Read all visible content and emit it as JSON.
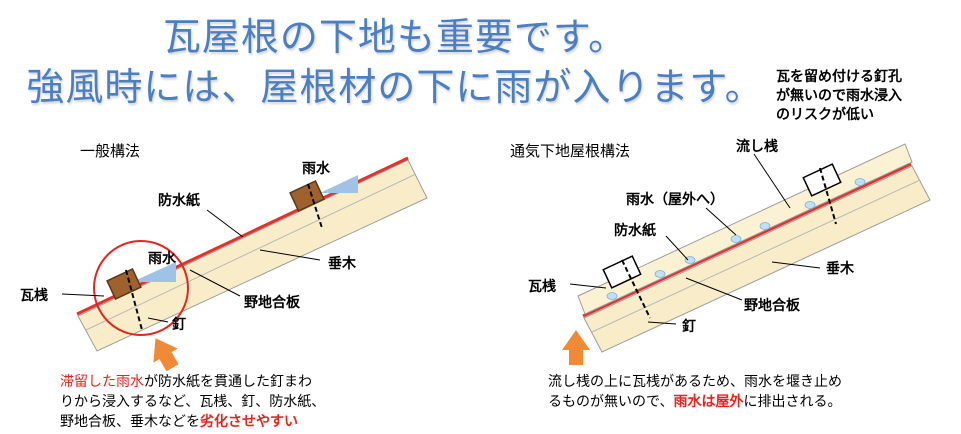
{
  "title": {
    "line1": "瓦屋根の下地も重要です。",
    "line2": "強風時には、屋根材の下に雨が入ります。"
  },
  "note_lines": [
    "瓦を留め付ける釘孔",
    "が無いので雨水浸入",
    "のリスクが低い"
  ],
  "left": {
    "heading": "一般構法",
    "labels": {
      "rain_top": "雨水",
      "waterproof": "防水紙",
      "rain_mid": "雨水",
      "rafter": "垂木",
      "batten": "瓦桟",
      "sheathing": "野地合板",
      "nail": "釘"
    },
    "caption": {
      "line1_red": "滞留した雨水",
      "line1_rest": "が防水紙を貫通した釘まわ",
      "line2": "りから浸入するなど、瓦桟、釘、防水紙、",
      "line3_start": "野地合板、垂木などを",
      "line3_red": "劣化させやすい"
    }
  },
  "right": {
    "heading": "通気下地屋根構法",
    "labels": {
      "counter_batten": "流し桟",
      "rain_out": "雨水（屋外へ）",
      "waterproof": "防水紙",
      "rafter": "垂木",
      "batten": "瓦桟",
      "sheathing": "野地合板",
      "nail": "釘"
    },
    "caption": {
      "line1": "流し桟の上に瓦桟があるため、雨水を堰き止め",
      "line2_start": "るものが無いので、",
      "line2_red": "雨水は屋外",
      "line2_end": "に排出される。"
    }
  },
  "colors": {
    "title": "#4a7fc4",
    "highlight_red": "#e8231f",
    "wood": "#f8edc8",
    "batten": "#a0622d",
    "arrow": "#f08a36",
    "water": "#9ec3e6"
  }
}
